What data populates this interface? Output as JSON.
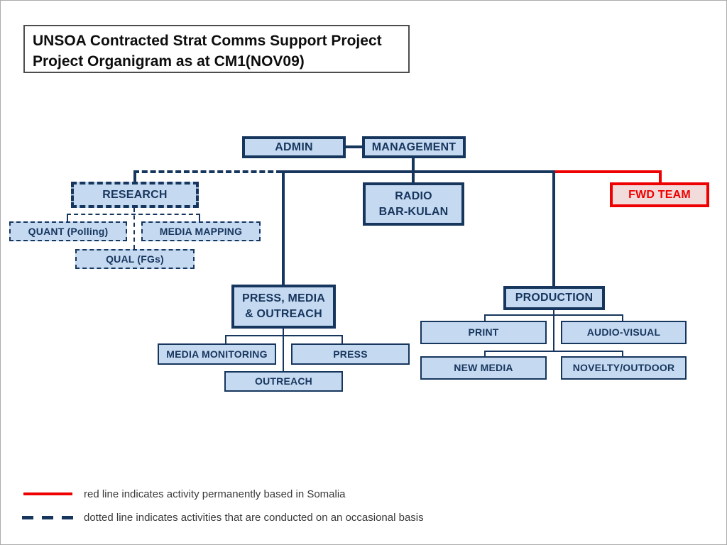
{
  "slide": {
    "title_line1": "UNSOA Contracted Strat Comms Support Project",
    "title_line2": "Project Organigram as at CM1(NOV09)"
  },
  "colors": {
    "navy": "#17365d",
    "box_fill": "#c5d9f1",
    "red": "#ee0000",
    "fwd_fill": "#f2dcdb"
  },
  "nodes": {
    "admin": {
      "label": "ADMIN"
    },
    "management": {
      "label": "MANAGEMENT"
    },
    "radio": {
      "line1": "RADIO",
      "line2": "BAR-KULAN"
    },
    "research": {
      "label": "RESEARCH"
    },
    "fwd_team": {
      "label": "FWD TEAM"
    },
    "quant": {
      "label": "QUANT (Polling)"
    },
    "media_mapping": {
      "label": "MEDIA MAPPING"
    },
    "qual": {
      "label": "QUAL (FGs)"
    },
    "press_media": {
      "line1": "PRESS, MEDIA",
      "line2": "& OUTREACH"
    },
    "media_monitoring": {
      "label": "MEDIA MONITORING"
    },
    "press": {
      "label": "PRESS"
    },
    "outreach": {
      "label": "OUTREACH"
    },
    "production": {
      "label": "PRODUCTION"
    },
    "print": {
      "label": "PRINT"
    },
    "audio_visual": {
      "label": "AUDIO-VISUAL"
    },
    "new_media": {
      "label": "NEW MEDIA"
    },
    "novelty_outdoor": {
      "label": "NOVELTY/OUTDOOR"
    }
  },
  "legend": {
    "red": "red line indicates activity permanently based in Somalia",
    "dotted": "dotted line indicates activities that are conducted on an occasional basis"
  }
}
